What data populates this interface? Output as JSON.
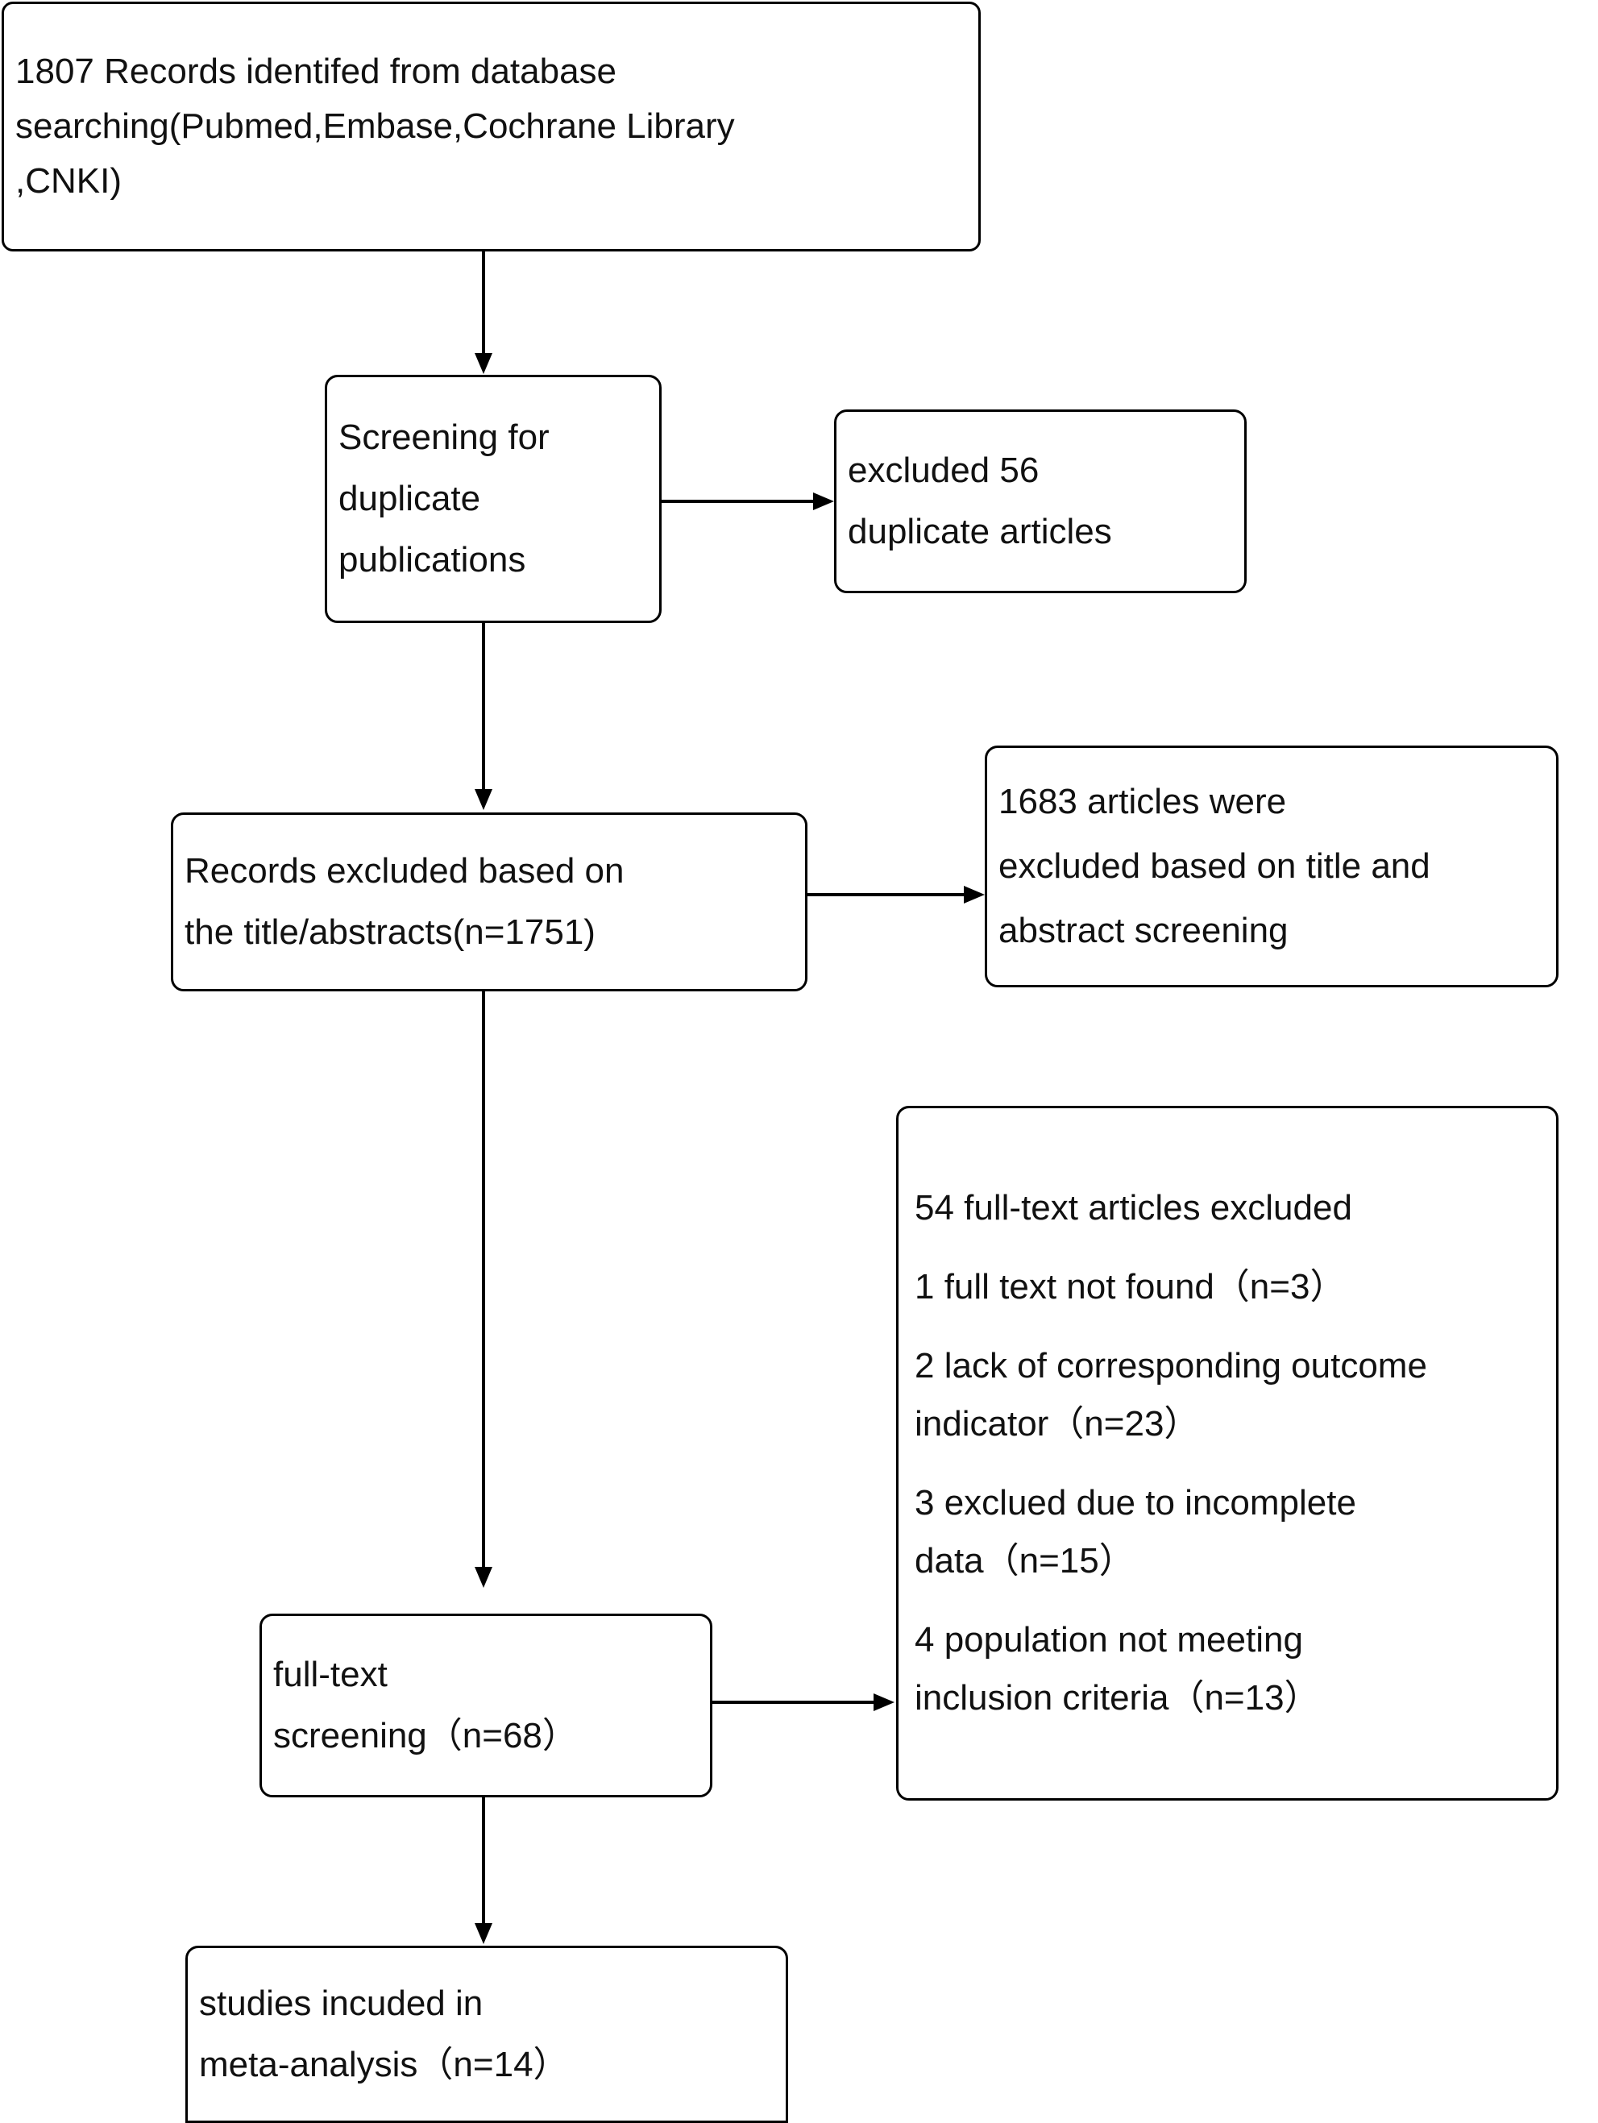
{
  "diagram": {
    "type": "prisma-flow-diagram",
    "title": "PRISMA study selection flow diagram",
    "background_color": "#ffffff",
    "stroke_color": "#000000",
    "text_color": "#111111"
  },
  "nodes": {
    "identified": {
      "id": "identified",
      "lines": [
        "1807 Records identifed from database",
        "searching(Pubmed,Embase,Cochrane Library",
        ",CNKI)"
      ],
      "count": 1807
    },
    "duplicate_screen": {
      "id": "duplicate-screening",
      "lines": [
        "Screening for",
        "duplicate",
        "publications"
      ]
    },
    "duplicate_excluded": {
      "id": "duplicates-excluded",
      "lines": [
        "excluded 56",
        "duplicate articles"
      ],
      "count": 56
    },
    "title_abstract": {
      "id": "records-excluded-title-abstract",
      "lines": [
        "Records excluded based on",
        "the title/abstracts(n=1751)"
      ],
      "count": 1751
    },
    "title_abstract_excluded": {
      "id": "articles-excluded-title-abstract",
      "lines": [
        "1683 articles were",
        "excluded based on title and",
        "abstract screening"
      ],
      "count": 1683
    },
    "fulltext_excluded": {
      "id": "full-text-articles-excluded",
      "heading": "54 full-text articles excluded",
      "count": 54,
      "reasons": [
        {
          "lines": [
            "1 full text not found（n=3）"
          ],
          "n": 3
        },
        {
          "lines": [
            "2 lack of corresponding outcome",
            "indicator（n=23）"
          ],
          "n": 23
        },
        {
          "lines": [
            "3 exclued due to incomplete",
            "data（n=15）"
          ],
          "n": 15
        },
        {
          "lines": [
            "4 population not meeting",
            "inclusion criteria（n=13）"
          ],
          "n": 13
        }
      ]
    },
    "fulltext_screen": {
      "id": "full-text-screening",
      "lines": [
        "full-text",
        "screening（n=68）"
      ],
      "count": 68
    },
    "included": {
      "id": "studies-included",
      "lines": [
        "studies incuded in",
        "meta-analysis（n=14）"
      ],
      "count": 14
    }
  },
  "connectors": [
    {
      "id": "identified-to-duplicate-screening",
      "from": "identified",
      "to": "duplicate_screen",
      "direction": "down"
    },
    {
      "id": "duplicate-screening-to-duplicates-excluded",
      "from": "duplicate_screen",
      "to": "duplicate_excluded",
      "direction": "right"
    },
    {
      "id": "duplicate-screening-to-title-abstract",
      "from": "duplicate_screen",
      "to": "title_abstract",
      "direction": "down"
    },
    {
      "id": "title-abstract-to-articles-excluded",
      "from": "title_abstract",
      "to": "title_abstract_excluded",
      "direction": "right"
    },
    {
      "id": "title-abstract-to-full-text-screening",
      "from": "title_abstract",
      "to": "fulltext_screen",
      "direction": "down"
    },
    {
      "id": "full-text-screening-to-full-text-excluded",
      "from": "fulltext_screen",
      "to": "fulltext_excluded",
      "direction": "right"
    },
    {
      "id": "full-text-screening-to-included",
      "from": "fulltext_screen",
      "to": "included",
      "direction": "down"
    }
  ]
}
